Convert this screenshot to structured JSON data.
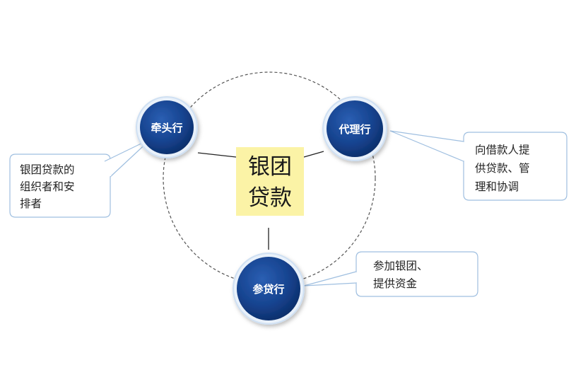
{
  "center": {
    "line1": "银团",
    "line2": "贷款"
  },
  "nodes": {
    "lead": {
      "label": "牵头行"
    },
    "agent": {
      "label": "代理行"
    },
    "participant": {
      "label": "参贷行"
    }
  },
  "callouts": {
    "lead": {
      "lines": [
        "银团贷款的",
        "组织者和安",
        "排者"
      ]
    },
    "agent": {
      "lines": [
        "向借款人提",
        "供贷款、管",
        "理和协调"
      ]
    },
    "participant": {
      "lines": [
        "参加银团、",
        "提供资金"
      ]
    }
  },
  "colors": {
    "node_fill": "#14408f",
    "node_ring": "#cfe0f3",
    "center_box": "#fbf3a6",
    "callout_border": "#9fbfe0"
  }
}
